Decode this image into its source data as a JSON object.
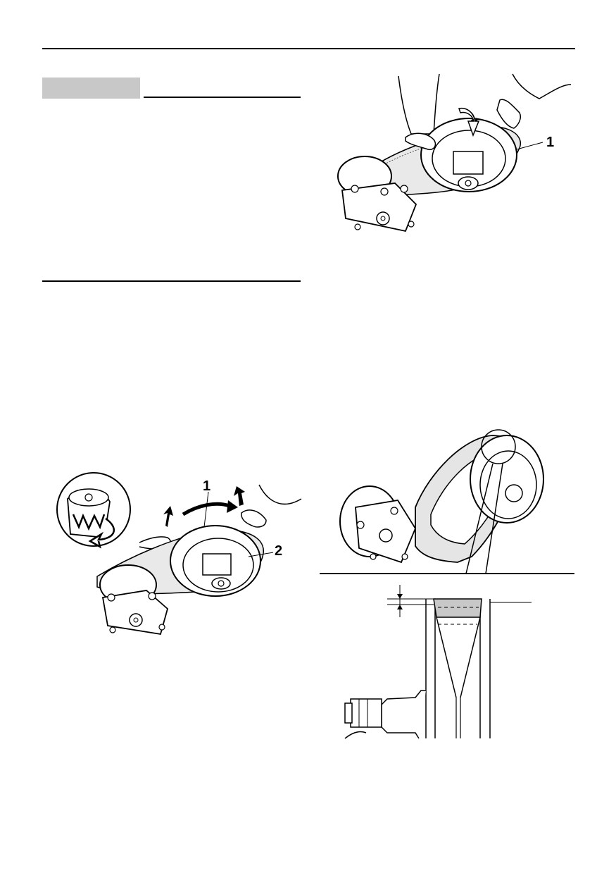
{
  "figures": {
    "fig_top_right": {
      "callouts": [
        "1"
      ]
    },
    "fig_bottom_left": {
      "callouts": [
        "1",
        "2"
      ]
    },
    "fig_bottom_right": {
      "callouts": []
    }
  }
}
